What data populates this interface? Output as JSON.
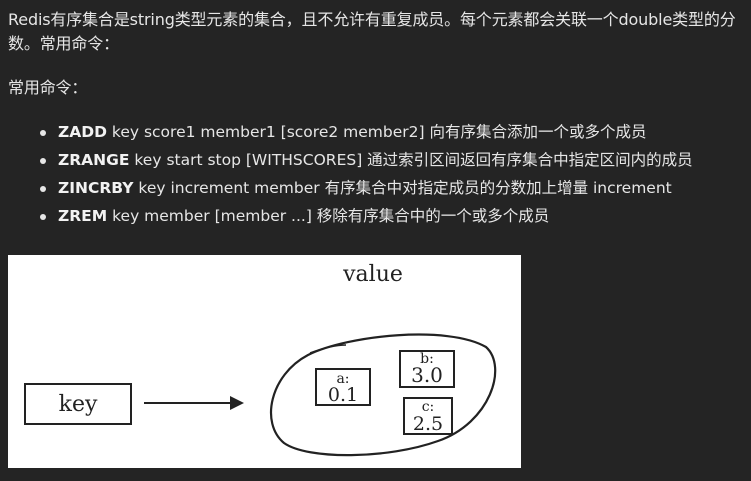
{
  "intro": {
    "paragraph1": "Redis有序集合是string类型元素的集合，且不允许有重复成员。每个元素都会关联一个double类型的分数。常用命令：",
    "paragraph2": "常用命令："
  },
  "commands": [
    {
      "name": "ZADD",
      "desc": " key score1 member1 [score2 member2] 向有序集合添加一个或多个成员"
    },
    {
      "name": "ZRANGE",
      "desc": " key start stop [WITHSCORES] 通过索引区间返回有序集合中指定区间内的成员"
    },
    {
      "name": "ZINCRBY",
      "desc": " key increment member 有序集合中对指定成员的分数加上增量 increment"
    },
    {
      "name": "ZREM",
      "desc": " key member [member ...] 移除有序集合中的一个或多个成员"
    }
  ],
  "diagram": {
    "value_label": "value",
    "key_label": "key",
    "members": [
      {
        "name": "a:",
        "score": "0.1"
      },
      {
        "name": "b:",
        "score": "3.0"
      },
      {
        "name": "c:",
        "score": "2.5"
      }
    ]
  }
}
